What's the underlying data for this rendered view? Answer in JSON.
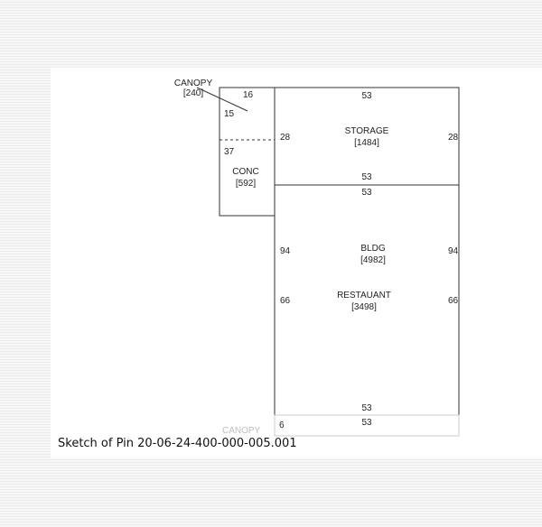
{
  "sketch": {
    "caption": "Sketch of Pin 20-06-24-400-000-005.001",
    "areas": {
      "canopy_top": {
        "name": "CANOPY",
        "area": "[240]"
      },
      "conc": {
        "name": "CONC",
        "area": "[592]"
      },
      "storage": {
        "name": "STORAGE",
        "area": "[1484]"
      },
      "bldg": {
        "name": "BLDG",
        "area": "[4982]"
      },
      "restaurant": {
        "name": "RESTAUANT",
        "area": "[3498]"
      },
      "canopy_bottom": {
        "name": "CANOPY"
      }
    },
    "dimensions": {
      "canopy_width": "16",
      "canopy_depth": "15",
      "conc_depth": "37",
      "storage_top": "53",
      "storage_left": "28",
      "storage_right": "28",
      "storage_bottom": "53",
      "bldg_top": "53",
      "bldg_left": "94",
      "bldg_right": "94",
      "restaurant_left": "66",
      "restaurant_right": "66",
      "bldg_bottom": "53",
      "canopy_bottom_top": "53",
      "canopy_bottom_depth": "6"
    },
    "colors": {
      "line": "#333333",
      "background": "#ffffff"
    }
  }
}
